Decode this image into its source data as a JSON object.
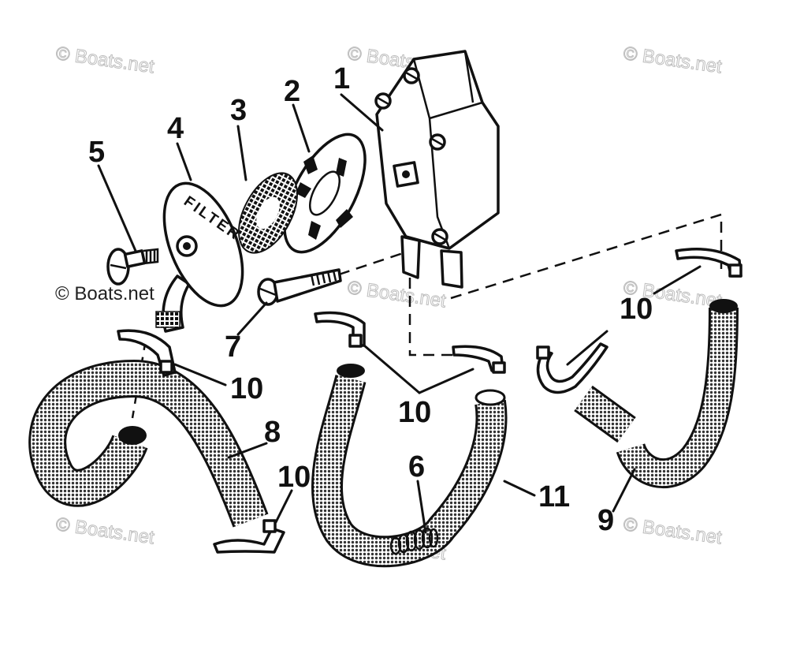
{
  "diagram": {
    "watermark_text": "© Boats.net",
    "part_callouts": {
      "fuel_pump": "1",
      "diaphragm": "2",
      "screen": "3",
      "filter_cover": "4",
      "thumb_screw": "5",
      "spring": "6",
      "pump_screw": "7",
      "hose_left": "8",
      "hose_right": "9",
      "clamp": "10",
      "hose_middle": "11"
    },
    "filter_cover_embossed_text": "FILTER",
    "colors": {
      "ink": "#111111",
      "hose_texture": "#6b6b6b",
      "watermark": "#bdbdbd",
      "background": "#ffffff"
    }
  }
}
